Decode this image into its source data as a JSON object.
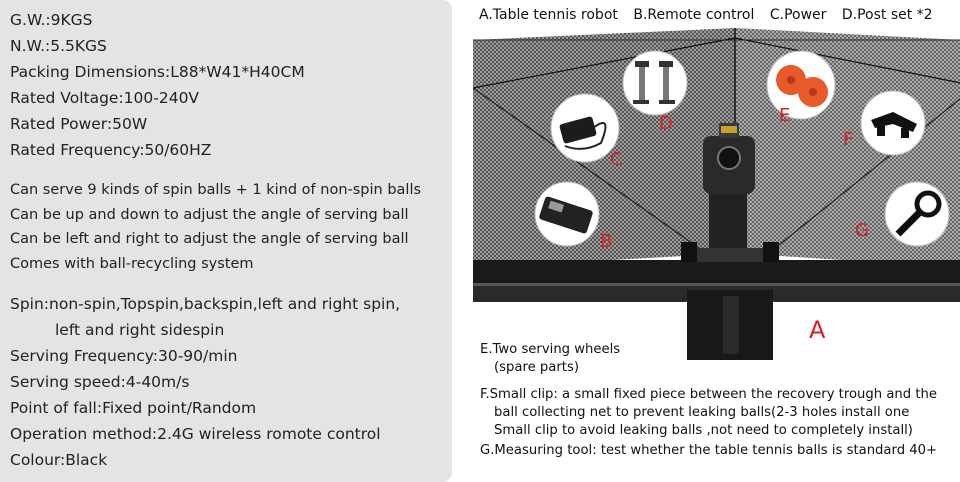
{
  "specs": [
    "G.W.:9KGS",
    "N.W.:5.5KGS",
    "Packing Dimensions:L88*W41*H40CM",
    "Rated Voltage:100-240V",
    "Rated Power:50W",
    "Rated Frequency:50/60HZ"
  ],
  "features": [
    "Can serve 9 kinds of spin balls + 1 kind of non-spin balls",
    "Can be up and down to adjust the angle of serving ball",
    "Can be left and right to adjust the angle of serving ball",
    "Comes with ball-recycling system"
  ],
  "params": {
    "spin_1": "Spin:non-spin,Topspin,backspin,left and right spin,",
    "spin_2": "left and right sidespin",
    "serving_frequency": "Serving Frequency:30-90/min",
    "serving_speed": "Serving speed:4-40m/s",
    "point_of_fall": "Point of fall:Fixed point/Random",
    "operation": "Operation method:2.4G wireless romote control",
    "colour": "Colour:Black"
  },
  "top_captions": [
    "A.Table tennis robot",
    "B.Remote control",
    "C.Power",
    "D.Post set *2"
  ],
  "photo_labels": {
    "a": "A",
    "b": "B",
    "c": "C",
    "d": "D",
    "e": "E",
    "f": "F",
    "g": "G"
  },
  "captions": {
    "e_1": "E.Two serving wheels",
    "e_2": "(spare parts)",
    "f_1": "F.Small clip: a small fixed piece between the recovery trough and the",
    "f_2": "ball collecting net to prevent leaking balls(2-3 holes install one",
    "f_3": "Small clip to  avoid leaking balls ,not need to completely install)",
    "g_1": "G.Measuring tool: test whether the table tennis balls is standard 40+"
  },
  "colors": {
    "panel_bg": "#e4e4e4",
    "label_red": "#d81f1f",
    "wheel_orange": "#e85a2a"
  }
}
